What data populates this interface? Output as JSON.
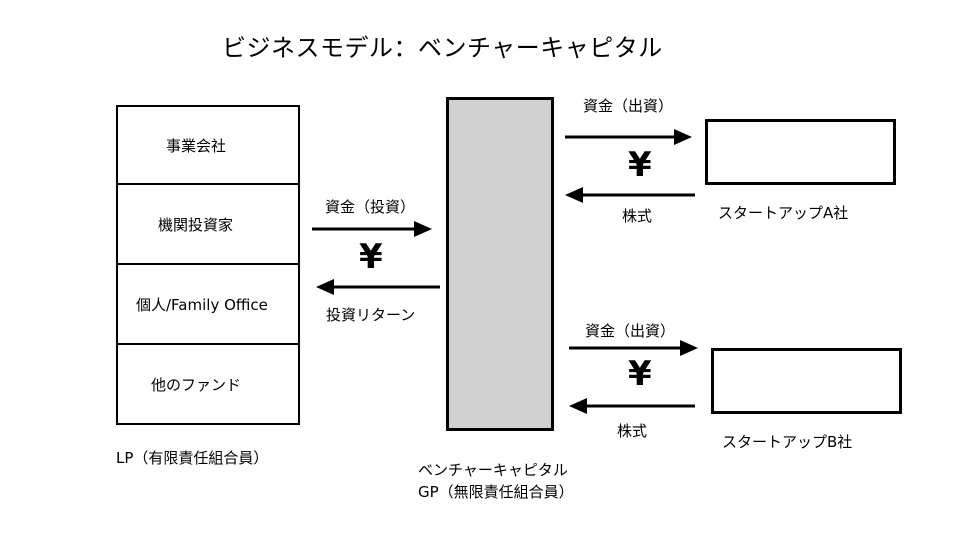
{
  "title": "ビジネスモデル：ベンチャーキャピタル",
  "lp": {
    "items": [
      "事業会社",
      "機関投資家",
      "個人/Family Office",
      "他のファンド"
    ],
    "caption": "LP（有限責任組合員）"
  },
  "gp": {
    "caption_line1": "ベンチャーキャピタル",
    "caption_line2": "GP（無限責任組合員）"
  },
  "flows": {
    "lp_to_gp": "資金（投資）",
    "gp_to_lp": "投資リターン",
    "yen_symbol": "¥"
  },
  "startups": [
    {
      "name": "スタートアップA社",
      "flow_in": "資金（出資）",
      "flow_out": "株式"
    },
    {
      "name": "スタートアップB社",
      "flow_in": "資金（出資）",
      "flow_out": "株式"
    }
  ]
}
